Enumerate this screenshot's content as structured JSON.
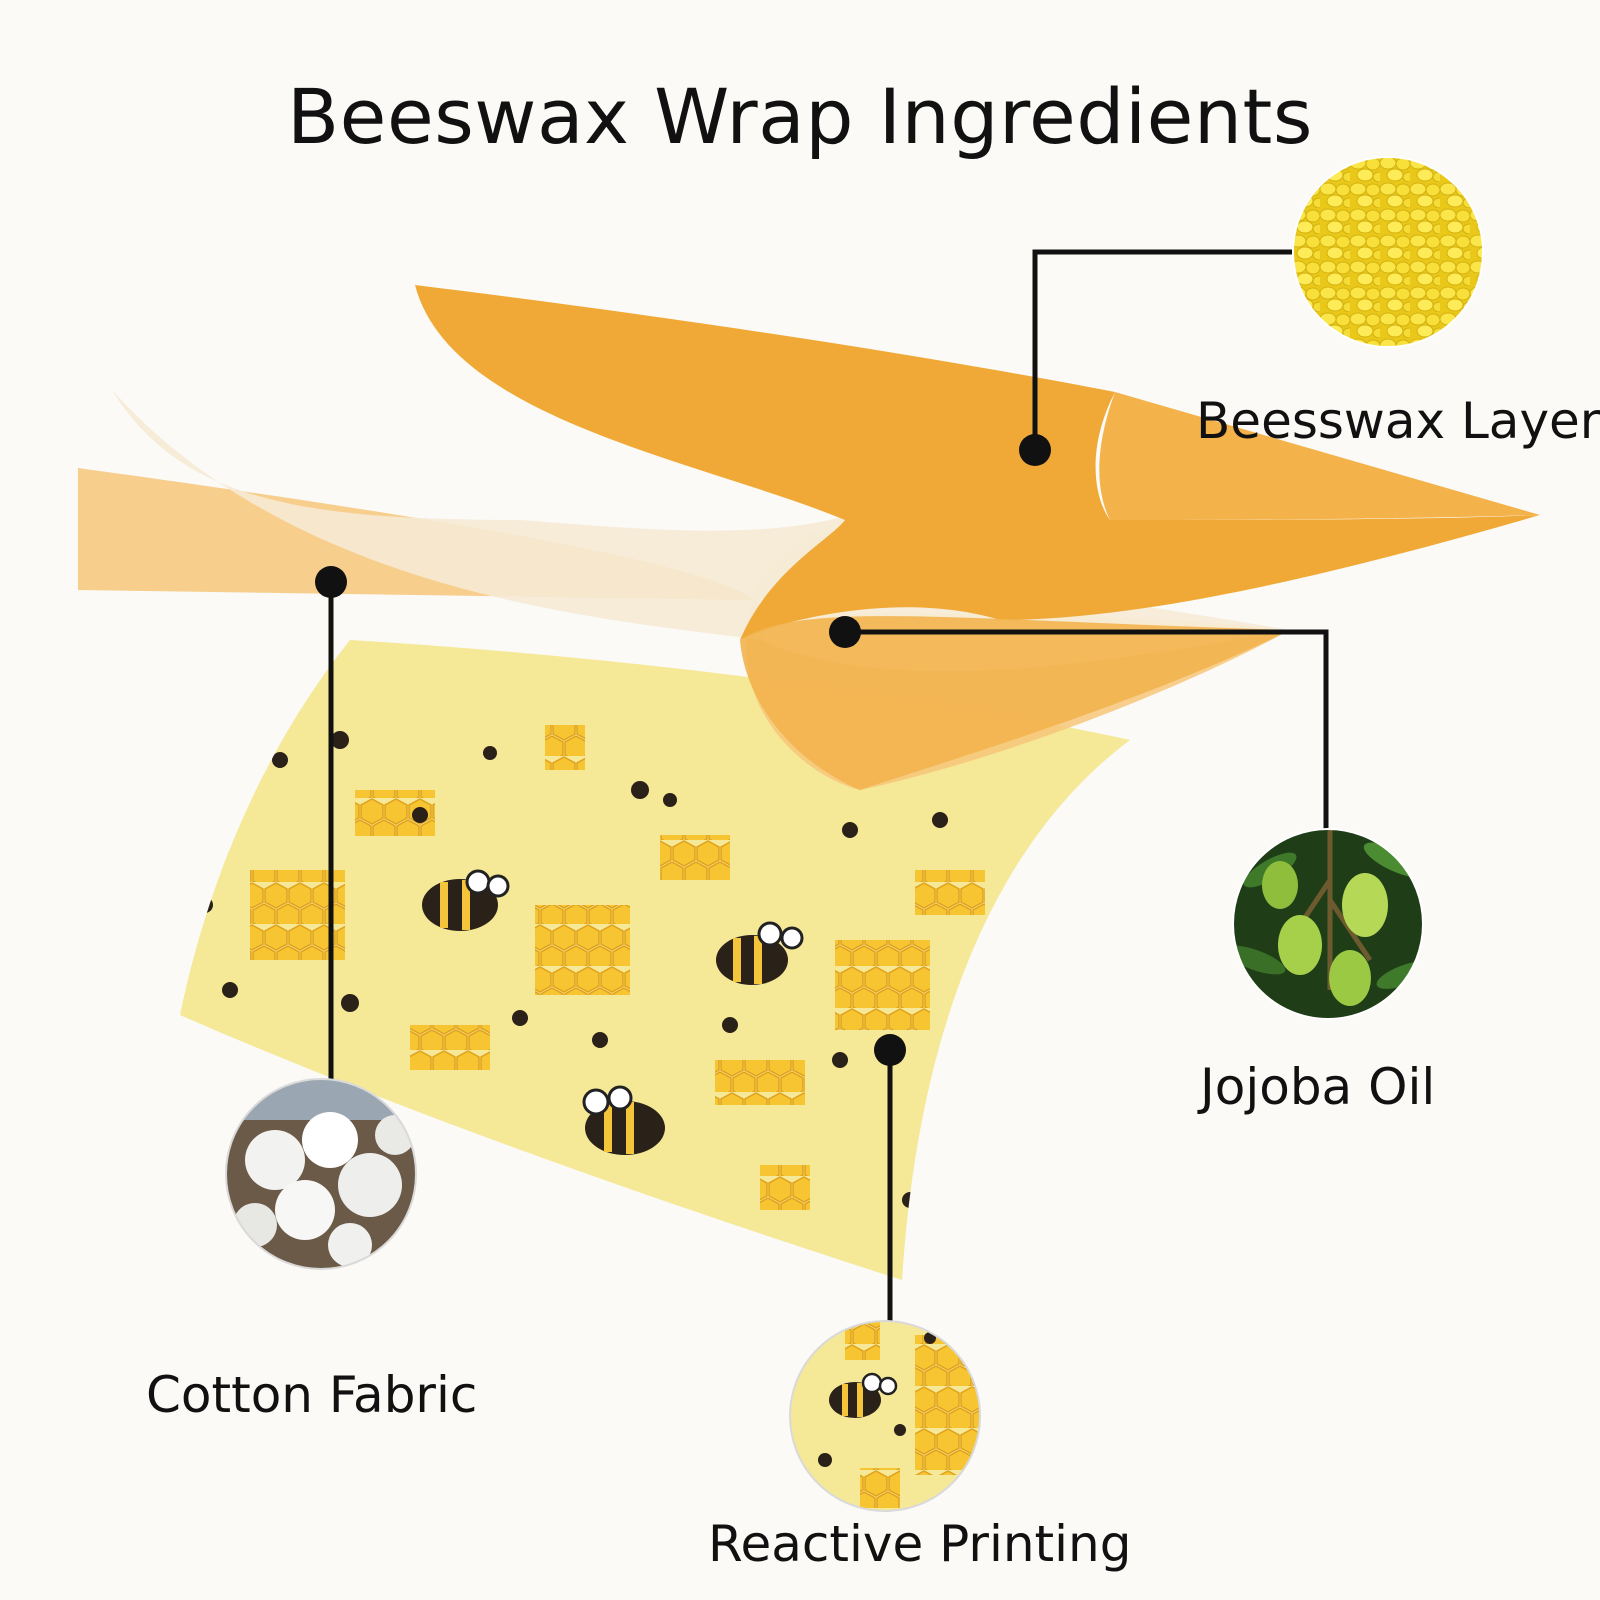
{
  "title": "Beeswax Wrap Ingredients",
  "labels": {
    "beeswax_layer": "Beesswax Layer",
    "jojoba_oil": "Jojoba Oil",
    "cotton_fabric": "Cotton Fabric",
    "reactive_printing": "Reactive Printing"
  },
  "colors": {
    "beeswax": "#f0a936",
    "jojoba_sheet": "#f7ecd8",
    "front_sheet": "#f7c87e",
    "fabric": "#f5e896",
    "honeycomb": "#f6c531",
    "leader": "#111111"
  },
  "icons": [
    "beeswax-pellets-icon",
    "jojoba-fruit-icon",
    "cotton-bolls-icon",
    "bee-print-icon"
  ]
}
